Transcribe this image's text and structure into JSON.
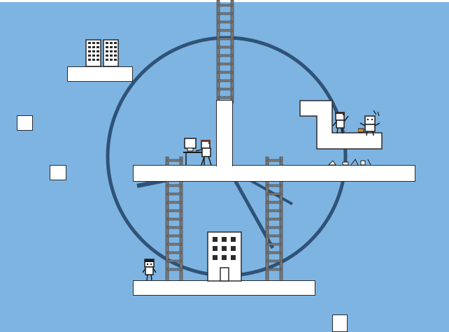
{
  "game": {
    "palette": {
      "sky": "#7eb4e2",
      "platform": "#ffffff",
      "outline": "#2b2b2b",
      "clock_ring": "#2f5377",
      "ladder": "#7a7a7a"
    },
    "scene_objects": [
      "clock-ring",
      "clock-hand-minute",
      "clock-hand-hour",
      "top-ladder",
      "left-ladder",
      "right-ladder",
      "center-platform",
      "bottom-platform",
      "upper-left-platform",
      "upper-right-platform",
      "building",
      "twin-towers",
      "player-character",
      "office-worker-computer",
      "office-worker-arguing",
      "robot-character",
      "floating-block-1",
      "floating-block-2",
      "floating-block-3"
    ]
  }
}
